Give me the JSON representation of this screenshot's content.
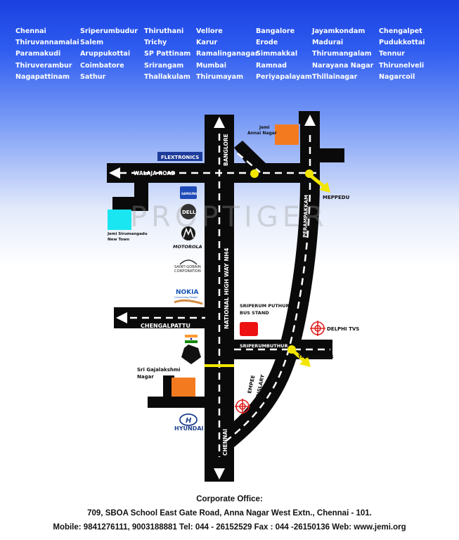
{
  "cities": [
    [
      "Chennai",
      "Thiruvannamalai",
      "Paramakudi",
      "Thiruverambur",
      "Nagapattinam"
    ],
    [
      "Sriperumbudur",
      "Salem",
      "Aruppukottai",
      "Coimbatore",
      "Sathur"
    ],
    [
      "Thiruthani",
      "Trichy",
      "SP Pattinam",
      "Srirangam",
      "Thallakulam"
    ],
    [
      "Vellore",
      "Karur",
      "Ramalinganagar",
      "Mumbai",
      "Thirumayam"
    ],
    [
      "Bangalore",
      "Erode",
      "Simmakkal",
      "Ramnad",
      "Periyapalayam"
    ],
    [
      "Jayamkondam",
      "Madurai",
      "Thirumangalam",
      "Narayana Nagar",
      "Thillainagar"
    ],
    [
      "Chengalpet",
      "Pudukkottai",
      "Tennur",
      "Thirunelveli",
      "Nagarcoil"
    ]
  ],
  "roads": {
    "walaja": "WALAJA ROAD",
    "banglore": "BANGLORE",
    "nh4": "NATIONAL HIGH WAY NH4",
    "perampakkam": "PERAMPAKKAM",
    "chengalpattu": "CHENGALPATTU",
    "sriperumbuthur": "SRIPERUMBUTHUR",
    "thiruvallur": "THIRUVALLUR",
    "meppedu": "MEPPEDU",
    "chennai": "CHENNAI",
    "empee1": "EMPEE",
    "empee2": "DISLARY"
  },
  "places": {
    "jemi_annai_1": "Jemi",
    "jemi_annai_2": "Annai Nagar",
    "jemi_siru_1": "Jemi Sirumangadu",
    "jemi_siru_2": "New Town",
    "sriperum_bus_1": "SRIPERUM PUTHUR",
    "sriperum_bus_2": "BUS STAND",
    "gajalakshmi_1": "Sri Gajalakshmi",
    "gajalakshmi_2": "Nagar",
    "delphi": "DELPHI TVS"
  },
  "landmarks": {
    "flextronics": "FLEXTRONICS",
    "samsung": "SAMSUNG",
    "dell": "DELL",
    "motorola": "MOTOROLA",
    "saint_gobain_1": "SAINT-GOBAIN",
    "saint_gobain_2": "CORPORATION",
    "nokia": "NOKIA",
    "nokia_tag": "Connecting People",
    "hyundai": "HYUNDAI"
  },
  "watermark": "PROPTIGER",
  "footer": {
    "heading": "Corporate Office:",
    "address": "709, SBOA School East Gate Road, Anna Nagar West Extn., Chennai - 101.",
    "contact": "Mobile: 9841276111, 9003188881 Tel: 044 - 26152529  Fax : 044 -26150136  Web: www.jemi.org"
  },
  "colors": {
    "road": "#0a0a0a",
    "plot_orange": "#f47a20",
    "plot_cyan": "#19e6f0",
    "plot_red": "#ee1111",
    "junction_yellow": "#f2e600",
    "flextronics_blue": "#1e3c9a"
  }
}
